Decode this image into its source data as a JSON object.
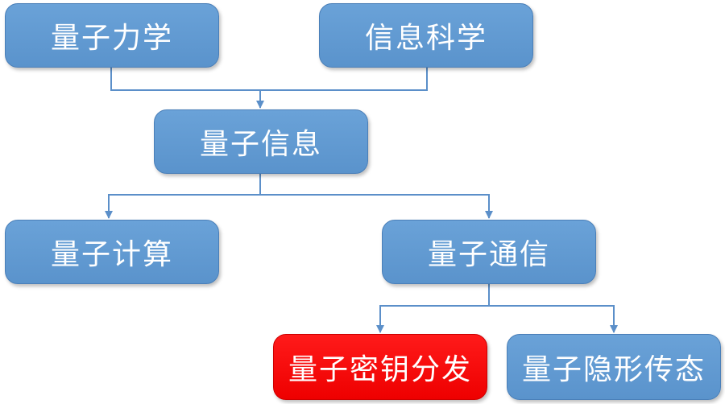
{
  "diagram": {
    "nodes": {
      "quantum_mechanics": "量子力学",
      "information_science": "信息科学",
      "quantum_information": "量子信息",
      "quantum_computing": "量子计算",
      "quantum_communication": "量子通信",
      "quantum_key_distribution": "量子密钥分发",
      "quantum_teleportation": "量子隐形传态"
    },
    "highlight_node": "quantum_key_distribution",
    "edges": [
      [
        "quantum_mechanics",
        "quantum_information"
      ],
      [
        "information_science",
        "quantum_information"
      ],
      [
        "quantum_information",
        "quantum_computing"
      ],
      [
        "quantum_information",
        "quantum_communication"
      ],
      [
        "quantum_communication",
        "quantum_key_distribution"
      ],
      [
        "quantum_communication",
        "quantum_teleportation"
      ]
    ],
    "colors": {
      "node_fill": "#5b9bd5",
      "highlight_fill": "#ff0000",
      "connector": "#5b8fc9",
      "text": "#ffffff"
    }
  }
}
